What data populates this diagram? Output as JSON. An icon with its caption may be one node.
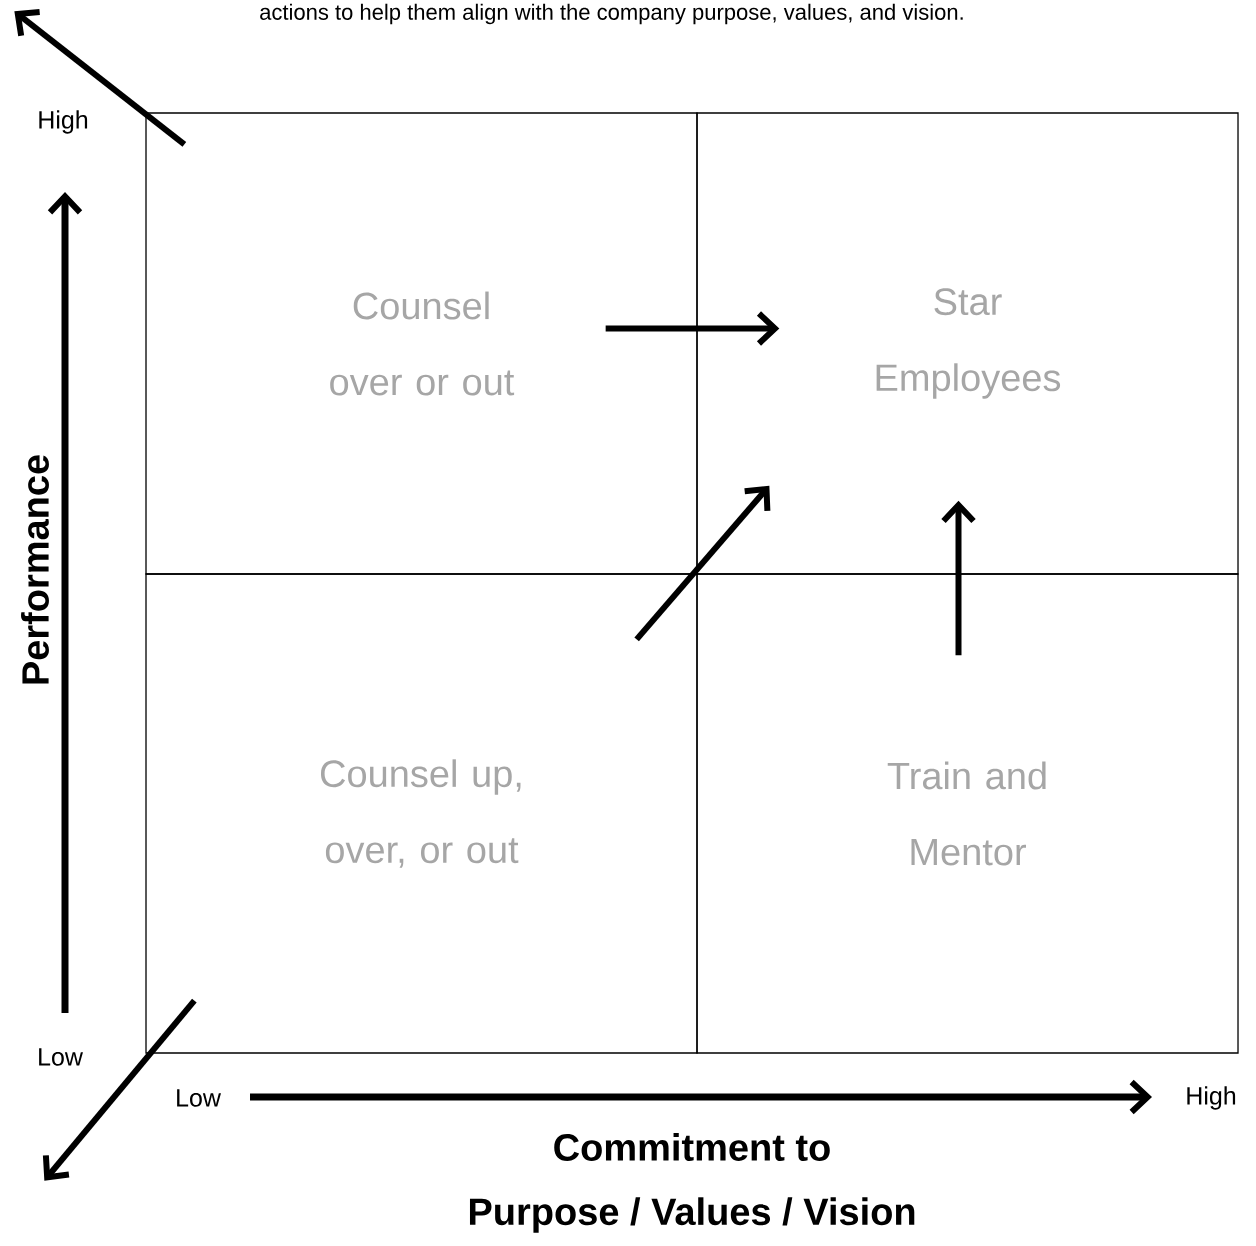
{
  "diagram": {
    "nodes": [
      {
        "text": [
          "Counsel over or out"
        ]
      },
      {
        "text": [
          "Star Employees"
        ]
      },
      {
        "text": [
          "Counsel up, over, or out"
        ]
      },
      {
        "text": [
          "Train and Mentor"
        ]
      }
    ],
    "edges": [
      {
        "from": 0,
        "to": 1,
        "arrow": "to"
      },
      {
        "from": 2,
        "to": 1,
        "arrow": "to"
      },
      {
        "from": 3,
        "to": 1,
        "arrow": "to"
      },
      {
        "from": 0,
        "to": null,
        "arrow": "to"
      },
      {
        "from": 2,
        "to": null,
        "arrow": "to"
      }
    ],
    "labels": [
      "actions to help them align with the company purpose, values, and vision.",
      "High",
      "Performance",
      "Low",
      "Low",
      "High",
      "Commitment to",
      "Purpose / Values / Vision"
    ]
  }
}
